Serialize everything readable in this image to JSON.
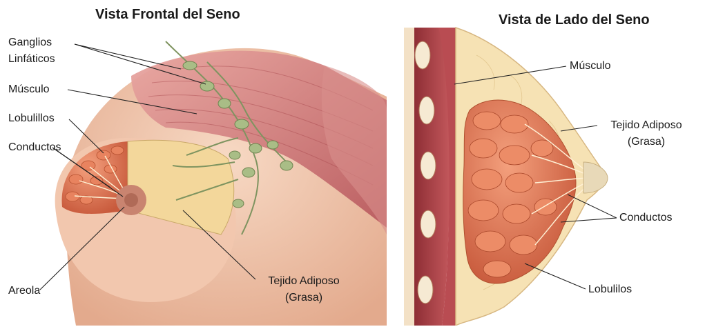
{
  "front_view": {
    "title": "Vista Frontal del Seno",
    "labels": {
      "lymph_nodes_line1": "Ganglios",
      "lymph_nodes_line2": "Linfáticos",
      "muscle": "Músculo",
      "lobules": "Lobulillos",
      "ducts": "Conductos",
      "areola": "Areola",
      "adipose_line1": "Tejido Adiposo",
      "adipose_line2": "(Grasa)"
    }
  },
  "side_view": {
    "title": "Vista de Lado del Seno",
    "labels": {
      "muscle": "Músculo",
      "adipose_line1": "Tejido Adiposo",
      "adipose_line2": "(Grasa)",
      "ducts": "Conductos",
      "lobules": "Lobulilos"
    }
  },
  "colors": {
    "skin": "#f0c9b0",
    "muscle": "#c96d6e",
    "fat": "#f4dca0",
    "lobule": "#e07a55",
    "lymph": "#9db07a",
    "leader": "#222222"
  }
}
